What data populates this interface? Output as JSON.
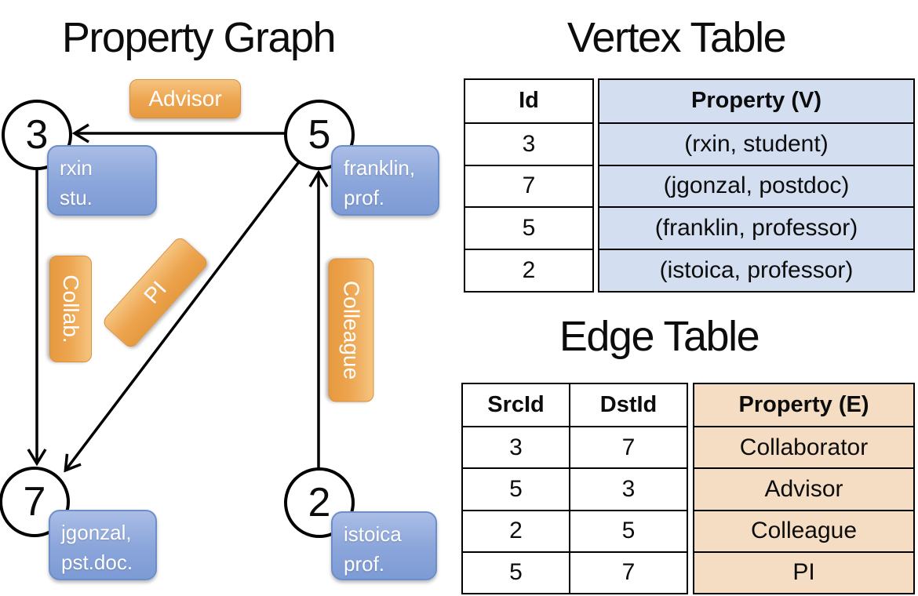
{
  "graph": {
    "title": "Property Graph",
    "nodes": [
      {
        "id": "3",
        "prop_line1": "rxin",
        "prop_line2": "stu."
      },
      {
        "id": "5",
        "prop_line1": "franklin,",
        "prop_line2": "prof."
      },
      {
        "id": "7",
        "prop_line1": "jgonzal,",
        "prop_line2": "pst.doc."
      },
      {
        "id": "2",
        "prop_line1": "istoica",
        "prop_line2": "prof."
      }
    ],
    "edge_labels": {
      "advisor": "Advisor",
      "collab": "Collab.",
      "pi": "PI",
      "colleague": "Colleague"
    }
  },
  "vertex_table": {
    "title": "Vertex Table",
    "col_id": "Id",
    "col_property": "Property (V)",
    "rows": [
      {
        "id": "3",
        "property": "(rxin, student)"
      },
      {
        "id": "7",
        "property": "(jgonzal, postdoc)"
      },
      {
        "id": "5",
        "property": "(franklin, professor)"
      },
      {
        "id": "2",
        "property": "(istoica, professor)"
      }
    ]
  },
  "edge_table": {
    "title": "Edge Table",
    "col_src": "SrcId",
    "col_dst": "DstId",
    "col_property": "Property (E)",
    "rows": [
      {
        "src": "3",
        "dst": "7",
        "property": "Collaborator"
      },
      {
        "src": "5",
        "dst": "3",
        "property": "Advisor"
      },
      {
        "src": "2",
        "dst": "5",
        "property": "Colleague"
      },
      {
        "src": "5",
        "dst": "7",
        "property": "PI"
      }
    ]
  },
  "colors": {
    "edge_label_orange": "#ECA44E",
    "vertex_property_blue": "#8AA5DA",
    "vertex_table_fill": "#D3DFF1",
    "edge_table_fill": "#F5DDC3",
    "line_black": "#000000"
  }
}
